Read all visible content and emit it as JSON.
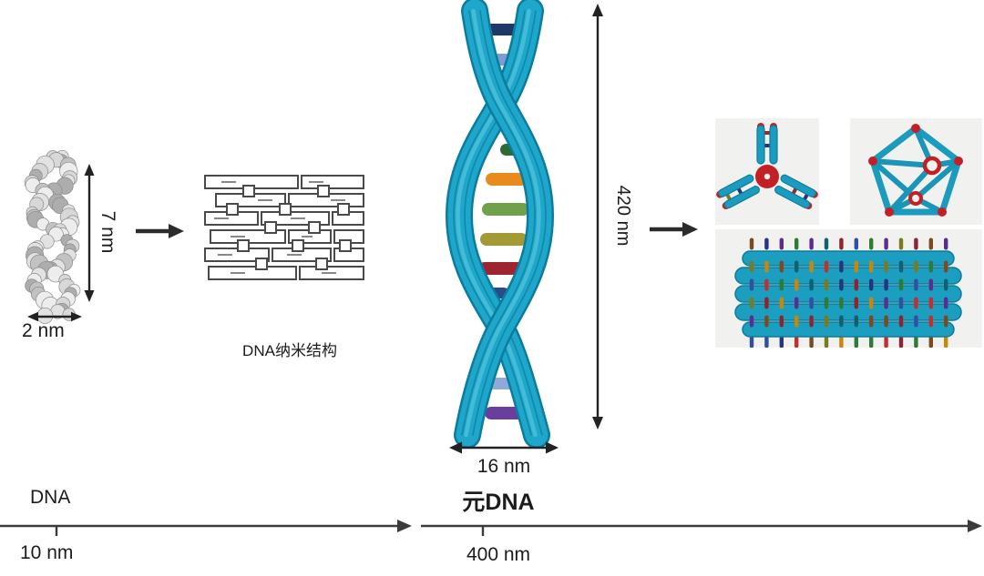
{
  "figure": {
    "dna": {
      "height_label": "7 nm",
      "width_label": "2 nm",
      "axis_label": "DNA",
      "axis_tick_label": "10 nm"
    },
    "nanostructure": {
      "caption": "DNA纳米结构"
    },
    "meta_dna": {
      "height_label": "420 nm",
      "width_label": "16 nm",
      "axis_label": "元DNA",
      "axis_tick_label": "400 nm"
    }
  },
  "colors": {
    "helix_teal": "#1EA7CA",
    "helix_teal_dark": "#0C7C9E",
    "joint_red": "#C32026",
    "panel_gray": "#F1F1F0",
    "arrow_dark": "#2B2B2B",
    "rung_navy": "#1F3868",
    "rung_steel_blue": "#7E9CCF",
    "rung_dark_green": "#2E6B34",
    "rung_orange": "#E98A1E",
    "rung_green": "#6FA04A",
    "rung_olive": "#A39A35",
    "rung_dark_red": "#9E2430",
    "rung_purple": "#6A3E9E"
  },
  "barrel_palette": [
    "#C8860A",
    "#5B2D8E",
    "#27357E",
    "#8E2430",
    "#C03030",
    "#7A7A20",
    "#2F7A35",
    "#7A4A20",
    "#3050A0",
    "#106070"
  ]
}
